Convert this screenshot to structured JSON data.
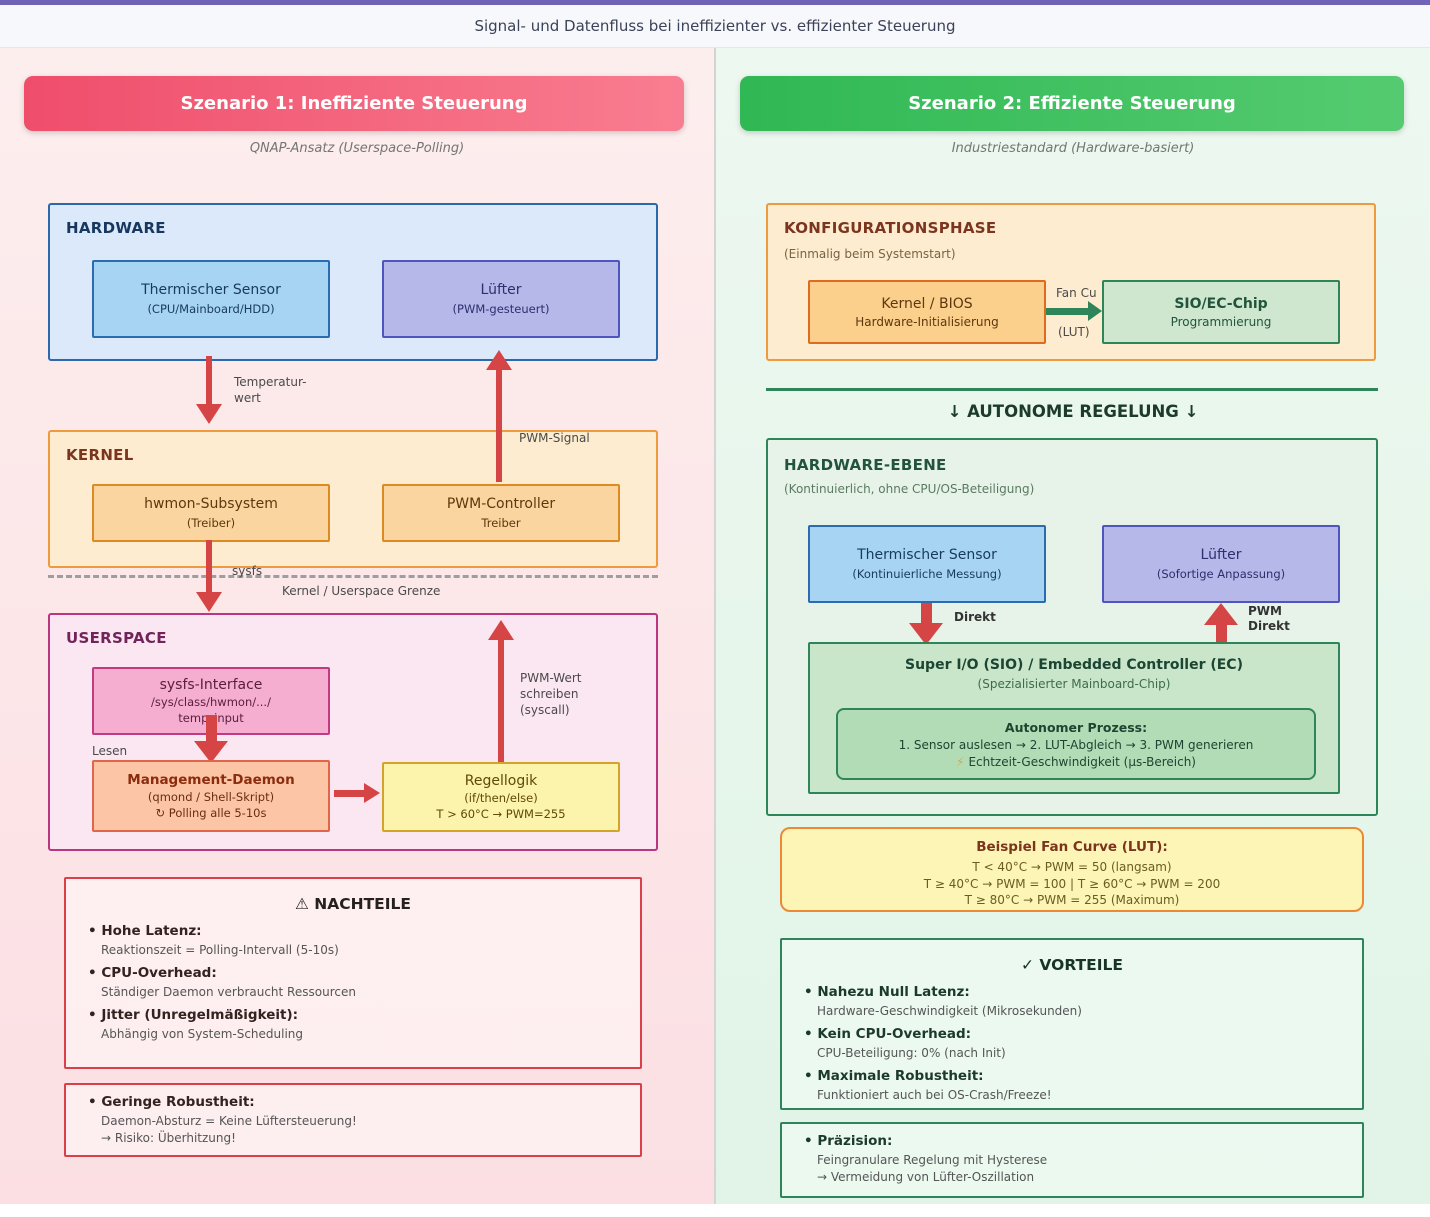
{
  "page": {
    "title": "Signal- und Datenfluss bei ineffizienter vs. effizienter Steuerung"
  },
  "colors": {
    "accent_red": "#d64545",
    "accent_green": "#2f855a",
    "banner_red": "#f2566e",
    "banner_green": "#3fbf5f",
    "top_bar": "#6f63b8"
  },
  "icons": {
    "warning_icon": "⚠",
    "check_icon": "✓",
    "lightning_icon": "⚡",
    "refresh_icon": "↻"
  },
  "scenario1": {
    "banner": "Szenario 1: Ineffiziente Steuerung",
    "subtitle": "QNAP-Ansatz (Userspace-Polling)",
    "hardware": {
      "label": "HARDWARE",
      "sensor_title": "Thermischer Sensor",
      "sensor_sub": "(CPU/Mainboard/HDD)",
      "fan_title": "Lüfter",
      "fan_sub": "(PWM-gesteuert)"
    },
    "temp_label_1": "Temperatur-",
    "temp_label_2": "wert",
    "pwm_signal_label": "PWM-Signal",
    "kernel": {
      "label": "KERNEL",
      "hwmon_title": "hwmon-Subsystem",
      "hwmon_sub": "(Treiber)",
      "pwm_title": "PWM-Controller",
      "pwm_sub": "Treiber"
    },
    "boundary": {
      "sysfs": "sysfs",
      "label": "Kernel / Userspace Grenze"
    },
    "userspace": {
      "label": "USERSPACE",
      "sysfs_title": "sysfs-Interface",
      "sysfs_sub1": "/sys/class/hwmon/.../",
      "sysfs_sub2": "temp_input",
      "lesen": "Lesen",
      "daemon_title": "Management-Daemon",
      "daemon_sub1": "(qmond / Shell-Skript)",
      "daemon_sub2": "↻ Polling alle 5-10s",
      "logic_title": "Regellogik",
      "logic_sub1": "(if/then/else)",
      "logic_sub2": "T > 60°C → PWM=255",
      "write_1": "PWM-Wert",
      "write_2": "schreiben",
      "write_3": "(syscall)"
    },
    "nachteile": {
      "title": "⚠ NACHTEILE",
      "items": [
        {
          "head": "Hohe Latenz:",
          "body": "Reaktionszeit = Polling-Intervall (5-10s)"
        },
        {
          "head": "CPU-Overhead:",
          "body": "Ständiger Daemon verbraucht Ressourcen"
        },
        {
          "head": "Jitter (Unregelmäßigkeit):",
          "body": "Abhängig von System-Scheduling"
        }
      ]
    },
    "robustheit": {
      "head": "Geringe Robustheit:",
      "body1": "Daemon-Absturz = Keine Lüftersteuerung!",
      "body2": "→ Risiko: Überhitzung!"
    }
  },
  "scenario2": {
    "banner": "Szenario 2: Effiziente Steuerung",
    "subtitle": "Industriestandard (Hardware-basiert)",
    "konfig": {
      "label": "KONFIGURATIONSPHASE",
      "sub": "(Einmalig beim Systemstart)",
      "kernel_title": "Kernel / BIOS",
      "kernel_sub": "Hardware-Initialisierung",
      "arrow_label": "Fan Cu",
      "arrow_sub": "(LUT)",
      "sio_title": "SIO/EC-Chip",
      "sio_sub": "Programmierung"
    },
    "autonome": "↓ AUTONOME REGELUNG ↓",
    "hardware_ebene": {
      "label": "HARDWARE-EBENE",
      "sub": "(Kontinuierlich, ohne CPU/OS-Beteiligung)",
      "sensor_title": "Thermischer Sensor",
      "sensor_sub": "(Kontinuierliche Messung)",
      "fan_title": "Lüfter",
      "fan_sub": "(Sofortige Anpassung)",
      "direkt": "Direkt",
      "pwm_1": "PWM",
      "pwm_2": "Direkt",
      "sio_title": "Super I/O (SIO) / Embedded Controller (EC)",
      "sio_sub": "(Spezialisierter Mainboard-Chip)",
      "auto_head": "Autonomer Prozess:",
      "auto_line1": "1. Sensor auslesen → 2. LUT-Abgleich → 3. PWM generieren",
      "auto_flash": "⚡",
      "auto_line2": "Echtzeit-Geschwindigkeit (µs-Bereich)"
    },
    "fancurve": {
      "title": "Beispiel Fan Curve (LUT):",
      "line1": "T < 40°C → PWM = 50 (langsam)",
      "line2": "T ≥ 40°C → PWM = 100 | T ≥ 60°C → PWM = 200",
      "line3": "T ≥ 80°C → PWM = 255 (Maximum)"
    },
    "vorteile": {
      "title": "✓ VORTEILE",
      "items": [
        {
          "head": "Nahezu Null Latenz:",
          "body": "Hardware-Geschwindigkeit (Mikrosekunden)"
        },
        {
          "head": "Kein CPU-Overhead:",
          "body": "CPU-Beteiligung: 0% (nach Init)"
        },
        {
          "head": "Maximale Robustheit:",
          "body": "Funktioniert auch bei OS-Crash/Freeze!"
        }
      ]
    },
    "praezision": {
      "head": "Präzision:",
      "body1": "Feingranulare Regelung mit Hysterese",
      "body2": "→ Vermeidung von Lüfter-Oszillation"
    }
  }
}
